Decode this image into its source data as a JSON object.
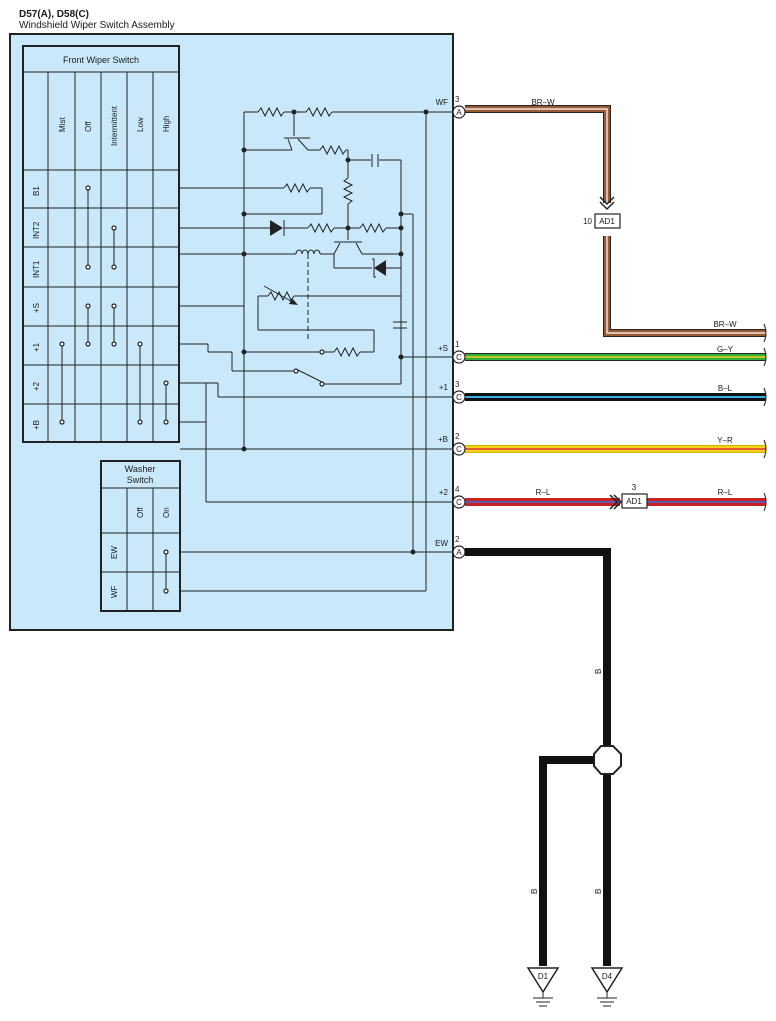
{
  "header": {
    "connectors": "D57(A), D58(C)",
    "component": "Windshield Wiper Switch Assembly"
  },
  "front_wiper_switch": {
    "title": "Front Wiper Switch",
    "columns": [
      "Mist",
      "Off",
      "Intermittent",
      "Low",
      "High"
    ],
    "rows": [
      "B1",
      "INT2",
      "INT1",
      "+S",
      "+1",
      "+2",
      "+B"
    ]
  },
  "washer_switch": {
    "title_line1": "Washer",
    "title_line2": "Switch",
    "columns": [
      "Off",
      "On"
    ],
    "rows": [
      "EW",
      "WF"
    ]
  },
  "terminals": [
    {
      "name": "WF",
      "pin": "3",
      "connector": "A",
      "wire": "BR–W",
      "color": "#9a5a34"
    },
    {
      "name": "+S",
      "pin": "1",
      "connector": "C",
      "wire": "G–Y",
      "color": "#2fae3a"
    },
    {
      "name": "+1",
      "pin": "3",
      "connector": "C",
      "wire": "B–L",
      "color": "#3ab0e6"
    },
    {
      "name": "+B",
      "pin": "2",
      "connector": "C",
      "wire": "Y–R",
      "color": "#f3d21a"
    },
    {
      "name": "+2",
      "pin": "4",
      "connector": "C",
      "wire": "R–L",
      "color": "#e23535"
    },
    {
      "name": "EW",
      "pin": "2",
      "connector": "A",
      "wire": "B",
      "color": "#111111"
    }
  ],
  "junctions": {
    "br_w_return": "BR–W",
    "ad1_upper": {
      "pin": "10",
      "label": "AD1"
    },
    "ad1_lower": {
      "pin": "3",
      "label": "AD1"
    }
  },
  "ground_wires": {
    "vertical_label": "B",
    "left_branch_label": "B",
    "right_branch_label": "B"
  },
  "grounds": [
    "D1",
    "D4"
  ],
  "colors": {
    "assembly_fill": "#c9e9fb",
    "ground_wire": "#111111",
    "br_w": "#9a5a34"
  }
}
